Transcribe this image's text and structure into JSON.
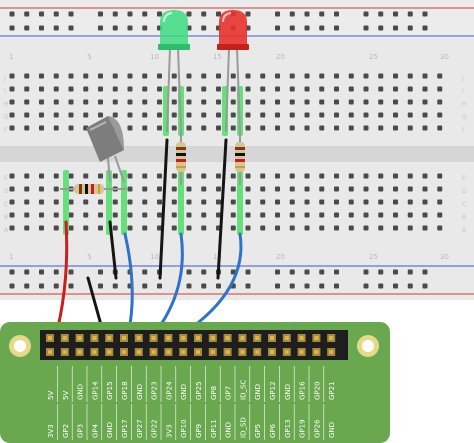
{
  "breadboard": {
    "column_numbers": [
      "1",
      "5",
      "10",
      "15",
      "20",
      "25",
      "30"
    ],
    "row_letters_top": [
      "J",
      "I",
      "H",
      "G",
      "F"
    ],
    "row_letters_bottom": [
      "E",
      "D",
      "C",
      "B",
      "A"
    ],
    "rail_colors": {
      "positive": "#d33a2c",
      "negative": "#3a5bc7"
    }
  },
  "components": {
    "led_green": {
      "color": "#3ddc84"
    },
    "led_red": {
      "color": "#e8322d"
    },
    "sensor_icon": "tmp36-temperature-sensor-icon",
    "wire_colors": {
      "red": "#c8201a",
      "black": "#151515",
      "blue": "#2e73c9"
    }
  },
  "header": {
    "board_color": "#6aa84f",
    "top_row": [
      "5V",
      "5V",
      "GND",
      "GP14",
      "GP15",
      "GP18",
      "GND",
      "GP23",
      "GP24",
      "GND",
      "GP25",
      "GP8",
      "GP7",
      "ID_SC",
      "GND",
      "GP12",
      "GND",
      "GP16",
      "GP20",
      "GP21"
    ],
    "bottom_row": [
      "3V3",
      "GP2",
      "GP3",
      "GP4",
      "GND",
      "GP17",
      "GP27",
      "GP22",
      "3V3",
      "GP10",
      "GP9",
      "GP11",
      "GND",
      "ID_SD",
      "GP5",
      "GP6",
      "GP13",
      "GP19",
      "GP26",
      "GND"
    ]
  }
}
